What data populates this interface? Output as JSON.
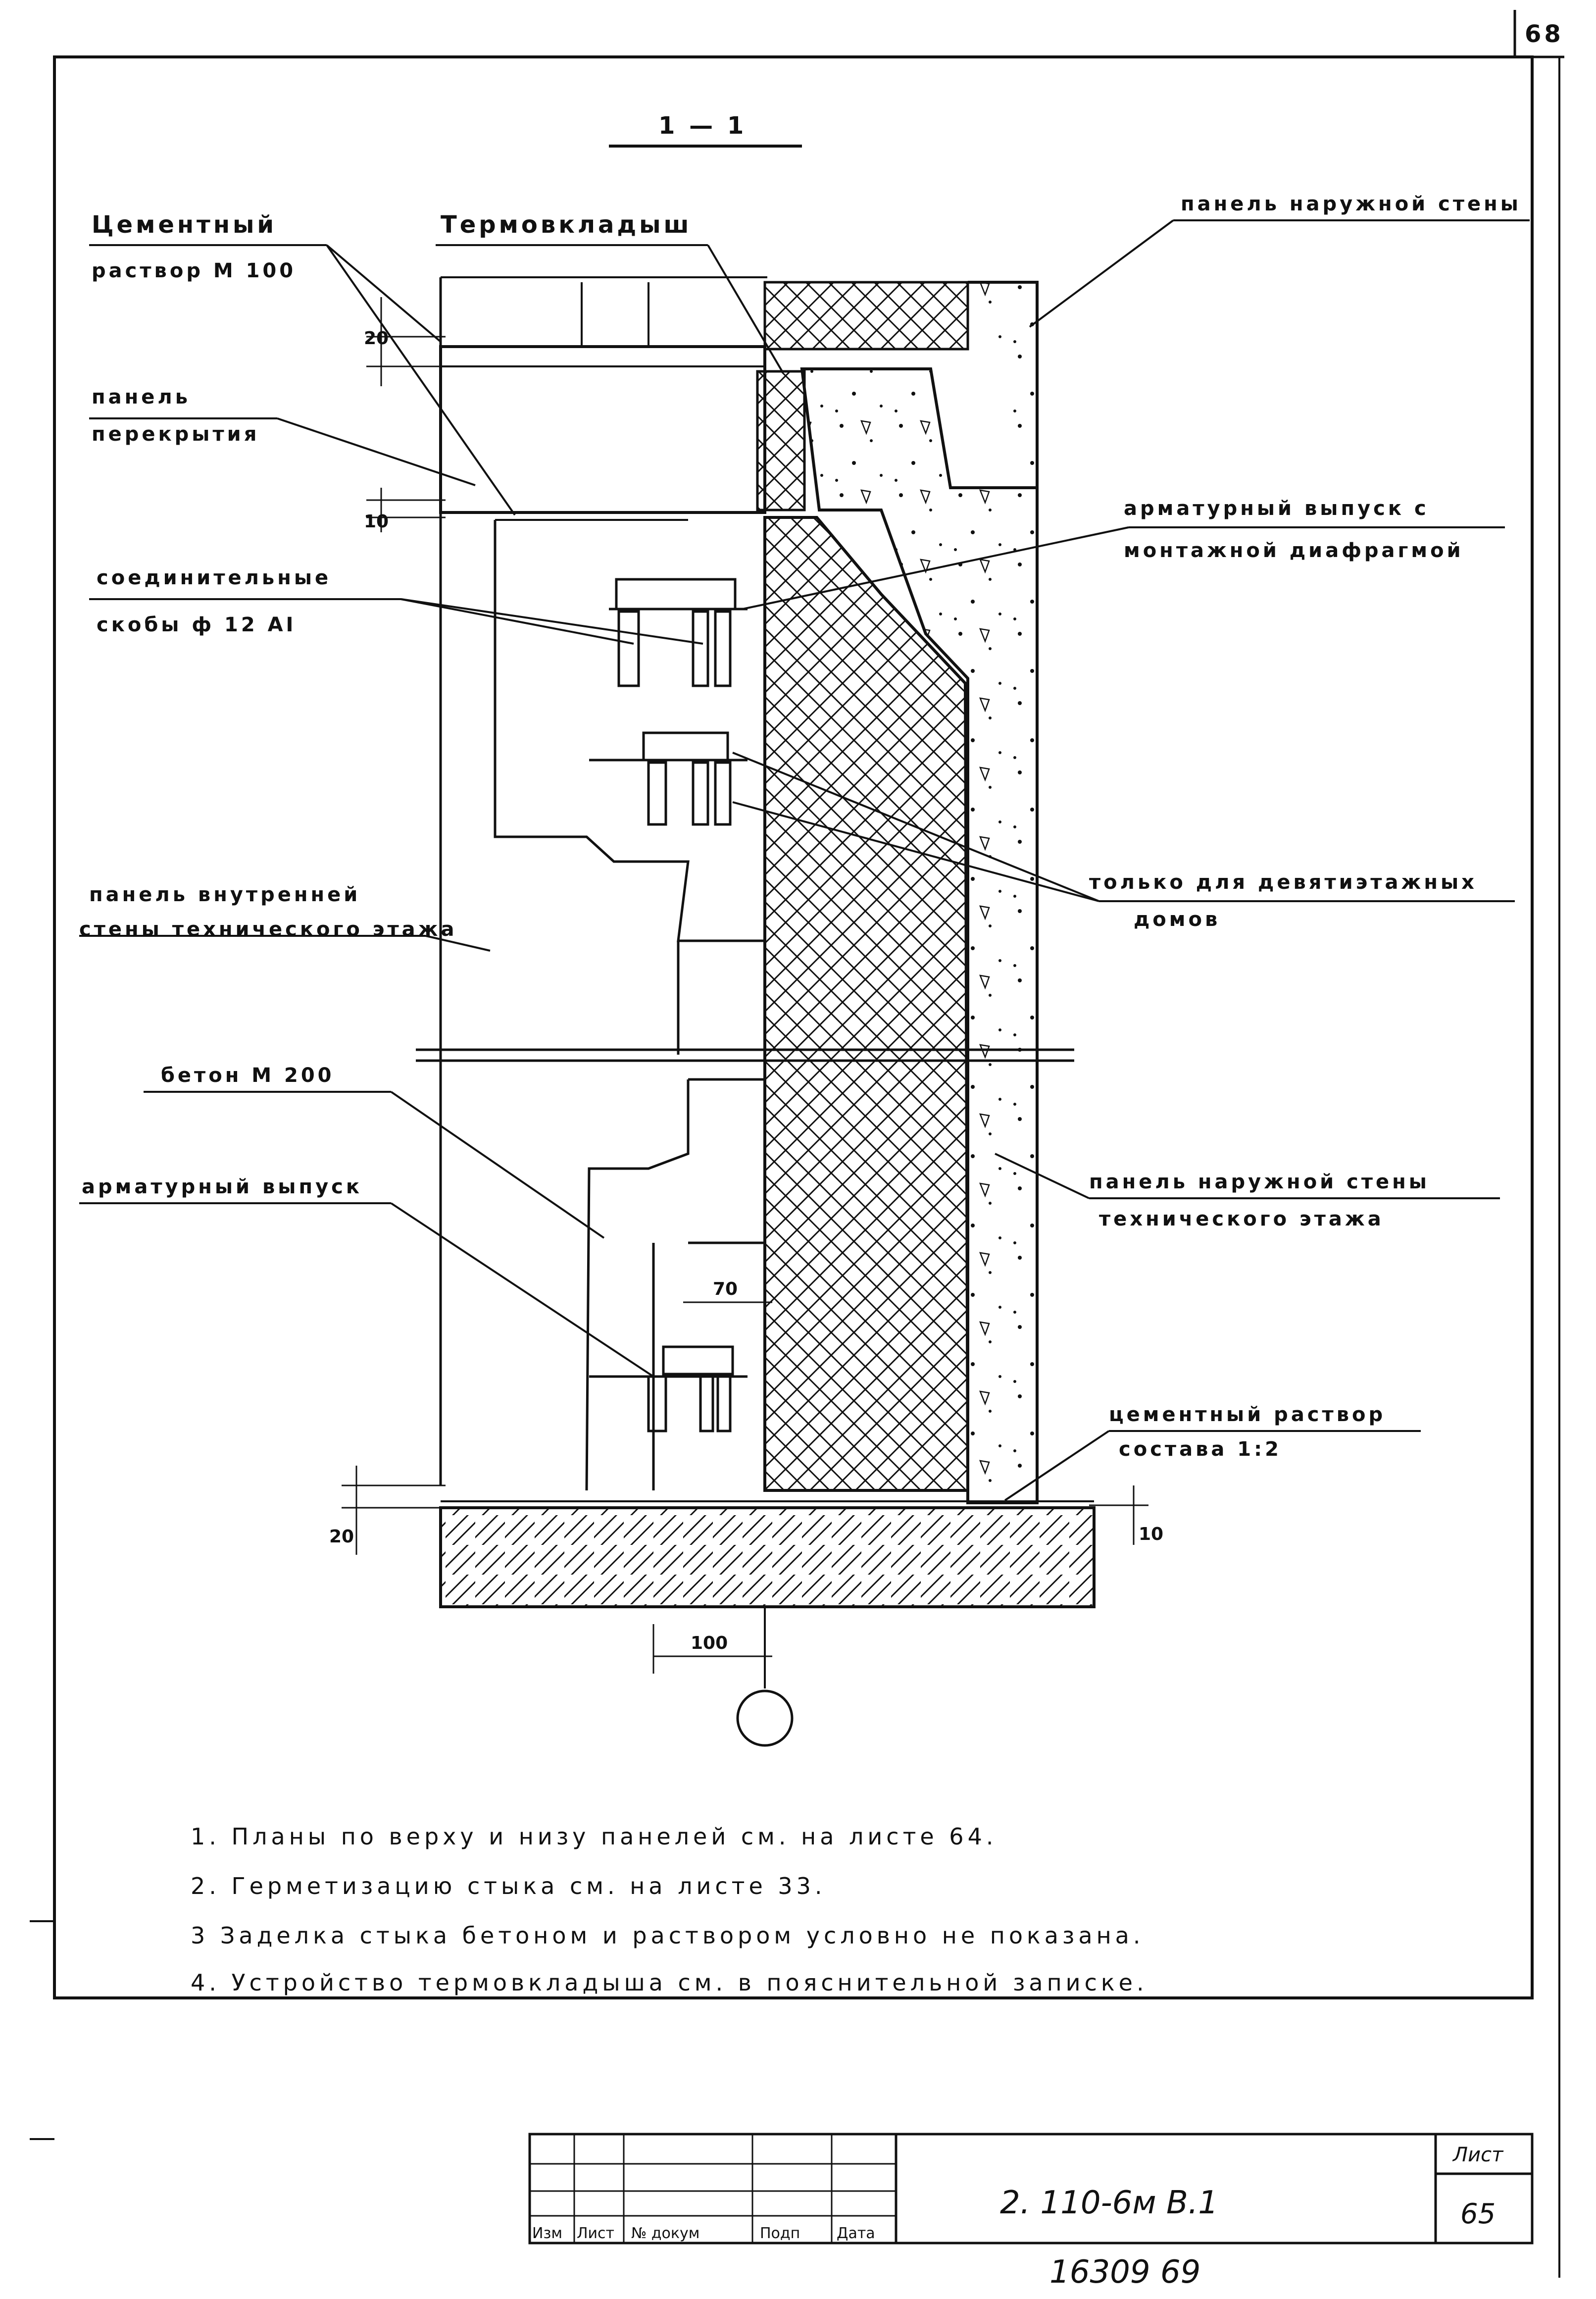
{
  "sheet_corner_number": "68",
  "section_title": "1 — 1",
  "labels": {
    "cement_mortar_l1": "Цементный",
    "cement_mortar_l2": "раствор М 100",
    "thermal_insert": "Термовкладыш",
    "outer_panel": "панель наружной стены",
    "floor_panel_l1": "панель",
    "floor_panel_l2": "перекрытия",
    "rebar_outlet_diaphragm_l1": "арматурный выпуск с",
    "rebar_outlet_diaphragm_l2": "монтажной диафрагмой",
    "brackets_l1": "соединительные",
    "brackets_l2": "скобы  ф 12 АI",
    "nine_storey_l1": "только для девятиэтажных",
    "nine_storey_l2": "домов",
    "inner_panel_l1": "панель внутренней",
    "inner_panel_l2": "стены технического этажа",
    "concrete": "бетон  М 200",
    "rebar_outlet": "арматурный выпуск",
    "outer_panel_tech_l1": "панель наружной  стены",
    "outer_panel_tech_l2": "технического  этажа",
    "cement_mortar_mix_l1": "цементный  раствор",
    "cement_mortar_mix_l2": "состава  1:2"
  },
  "dimensions": {
    "d20_top": "20",
    "d10_top": "10",
    "d70": "70",
    "d20_bottom": "20",
    "d10_bottom": "10",
    "d100": "100"
  },
  "notes": [
    "1.  Планы   по  верху   и   низу   панелей  см.  на листе 64.",
    "2.  Герметизацию    стыка   см.   на листе 33.",
    "3  Заделка  стыка   бетоном  и  раствором   условно  не   показана.",
    "4.  Устройство  термовкладыша   см.   в   пояснительной   записке."
  ],
  "title_block": {
    "col_izm": "Изм",
    "col_list": "Лист",
    "col_doc": "№ докум",
    "col_sign": "Подп",
    "col_date": "Дата",
    "code": "2. 110-6м  В.1",
    "sheet_label": "Лист",
    "sheet_number": "65"
  },
  "bottom_stamp": "16309  69"
}
